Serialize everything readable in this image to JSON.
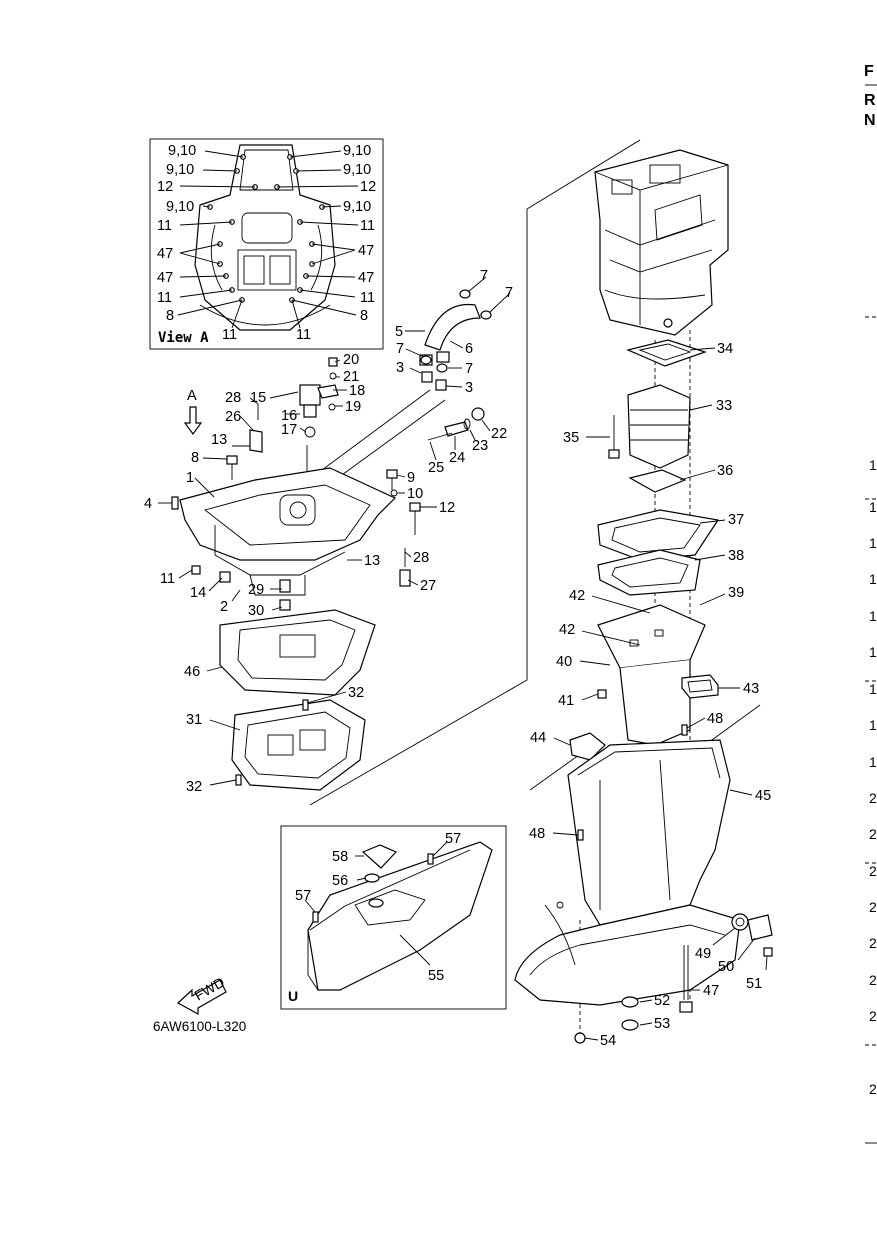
{
  "diagram": {
    "code": "6AW6100-L320",
    "fwd_label": "FWD",
    "view_a": {
      "title": "View A",
      "labels": [
        "9,10",
        "9,10",
        "9,10",
        "9,10",
        "12",
        "12",
        "9,10",
        "9,10",
        "11",
        "11",
        "47",
        "47",
        "47",
        "47",
        "11",
        "11",
        "8",
        "8",
        "11",
        "11"
      ]
    },
    "inset_u": {
      "title": "U"
    },
    "arrow_a": "A",
    "right_edge": {
      "letters": [
        "F",
        "R",
        "N"
      ],
      "digits": [
        "1",
        "1",
        "1",
        "1",
        "1",
        "1",
        "1",
        "1",
        "1",
        "2",
        "2",
        "2",
        "2",
        "2",
        "2",
        "2",
        "2"
      ]
    },
    "callouts": [
      "1",
      "2",
      "3",
      "3",
      "4",
      "5",
      "6",
      "7",
      "7",
      "7",
      "7",
      "8",
      "9",
      "10",
      "11",
      "12",
      "13",
      "13",
      "14",
      "15",
      "16",
      "17",
      "18",
      "19",
      "20",
      "21",
      "22",
      "23",
      "24",
      "25",
      "26",
      "27",
      "28",
      "28",
      "29",
      "30",
      "31",
      "32",
      "32",
      "33",
      "34",
      "35",
      "36",
      "37",
      "38",
      "39",
      "40",
      "41",
      "42",
      "42",
      "43",
      "44",
      "45",
      "46",
      "47",
      "48",
      "48",
      "49",
      "50",
      "51",
      "52",
      "53",
      "54",
      "55",
      "56",
      "57",
      "57",
      "58"
    ]
  }
}
